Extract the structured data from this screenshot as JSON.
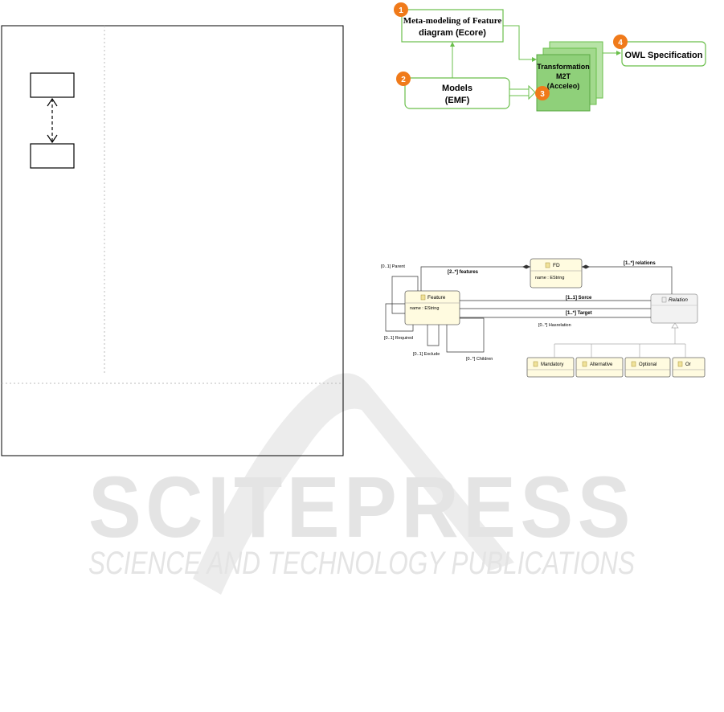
{
  "left_figure": {
    "box_top_label": "",
    "box_bottom_label": ""
  },
  "process_diagram": {
    "steps": [
      {
        "badge": "1",
        "line1": "Meta-modeling of Feature",
        "line2": "diagram (Ecore)"
      },
      {
        "badge": "2",
        "line1": "Models",
        "line2": "(EMF)"
      },
      {
        "badge": "3",
        "line1": "Transformation",
        "line2": "M2T",
        "line3": "(Acceleo)"
      },
      {
        "badge": "4",
        "line1": "OWL Specification"
      }
    ],
    "colors": {
      "badge": "#f07a1a",
      "box_border": "#6abf4b",
      "stack_fill": "#8fd07a"
    }
  },
  "class_diagram": {
    "classes": {
      "fd": {
        "name": "FD",
        "attr": "name : EString"
      },
      "feature": {
        "name": "Feature",
        "attr": "name : EString"
      },
      "relation": {
        "name": "Relation"
      },
      "mandatory": {
        "name": "Mandatory"
      },
      "alternative": {
        "name": "Alternative"
      },
      "optional": {
        "name": "Optional"
      },
      "or": {
        "name": "Or"
      }
    },
    "associations": {
      "features": "[2..*] features",
      "relations": "[1..*] relations",
      "parent": "[0..1] Parent",
      "sorce": "[1..1] Sorce",
      "target": "[1..*] Target",
      "hasrelation": "[0..*] Hasrelation",
      "required": "[0..1] Required",
      "exclude": "[0..1] Exclude",
      "children": "[0..*] Children"
    },
    "colors": {
      "class_fill": "#fffbe0",
      "relation_fill": "#f2f2f2"
    }
  },
  "watermark": {
    "line1": "SCITEPRESS",
    "line2": "SCIENCE AND TECHNOLOGY PUBLICATIONS",
    "color": "#e6e6e6"
  }
}
